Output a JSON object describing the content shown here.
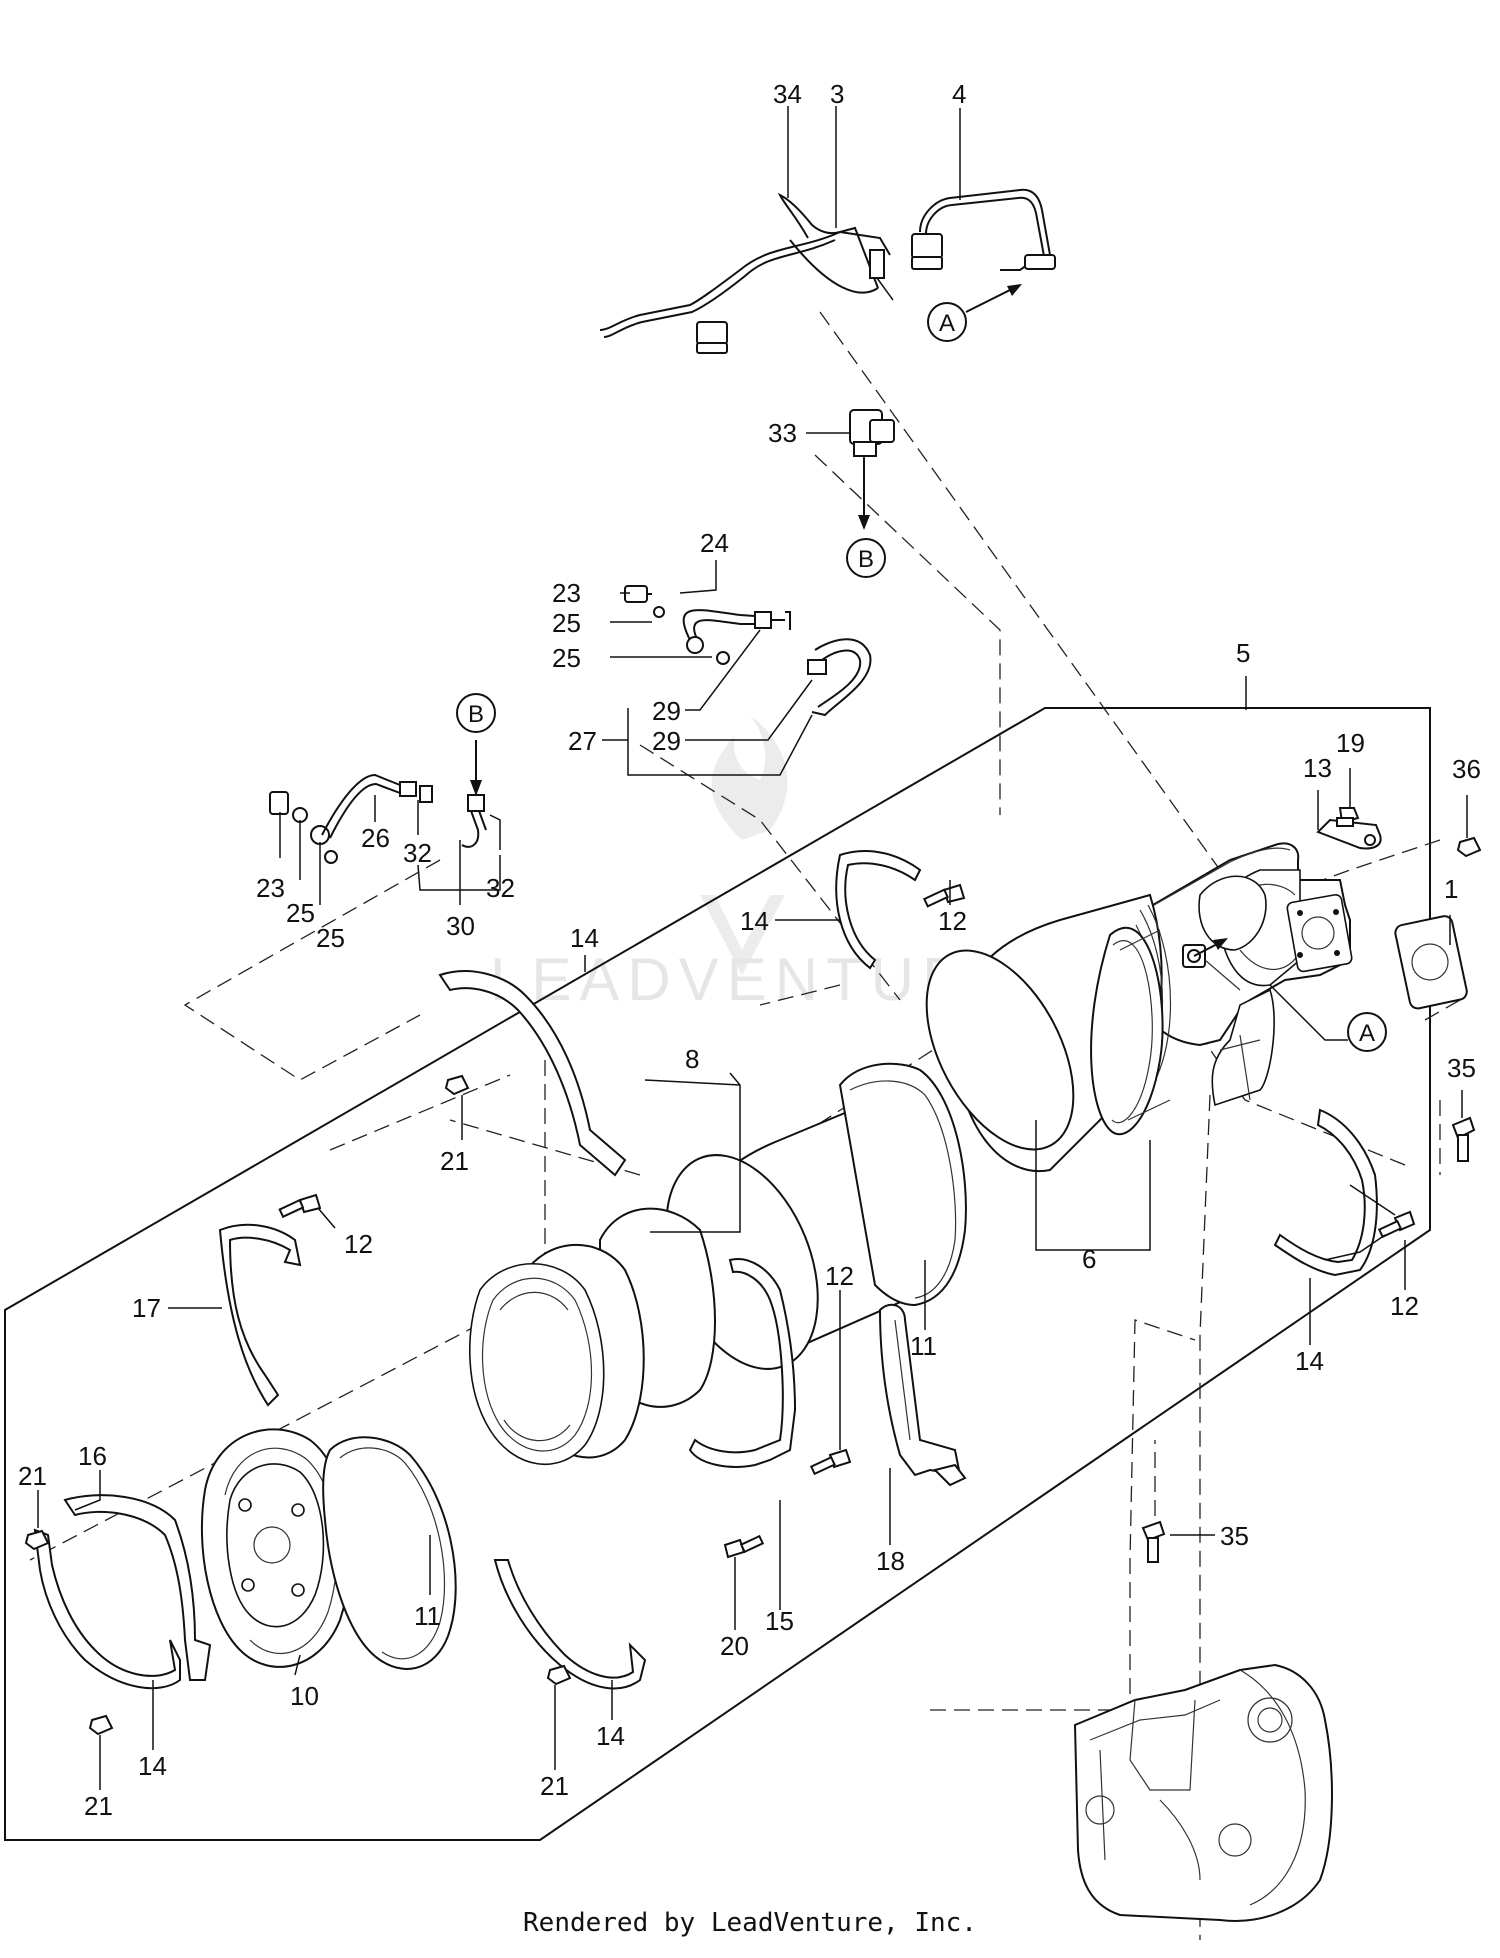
{
  "diagram": {
    "watermark": "LEADVENTURE",
    "callouts": {
      "c34": "34",
      "c3": "3",
      "c4": "4",
      "c33": "33",
      "c24": "24",
      "c23a": "23",
      "c25a": "25",
      "c25b": "25",
      "c29a": "29",
      "c29b": "29",
      "c27": "27",
      "c5": "5",
      "c13": "13",
      "c19": "19",
      "c36": "36",
      "c1": "1",
      "c35a": "35",
      "c23b": "23",
      "c25c": "25",
      "c25d": "25",
      "c26": "26",
      "c32a": "32",
      "c32b": "32",
      "c30": "30",
      "c14a": "14",
      "c12a": "12",
      "c14b": "14",
      "c8": "8",
      "c21a": "21",
      "c12b": "12",
      "c17": "17",
      "c11a": "11",
      "c6": "6",
      "c12c": "12",
      "c14c": "14",
      "c12d": "12",
      "c16": "16",
      "c21b": "21",
      "c10": "10",
      "c11b": "11",
      "c20": "20",
      "c15": "15",
      "c18": "18",
      "c21c": "21",
      "c14d": "14",
      "c21d": "21",
      "c14e": "14",
      "c35b": "35"
    },
    "refs": {
      "a1": "A",
      "a2": "A",
      "b1": "B",
      "b2": "B"
    }
  },
  "footer": {
    "text": "Rendered by LeadVenture, Inc."
  }
}
